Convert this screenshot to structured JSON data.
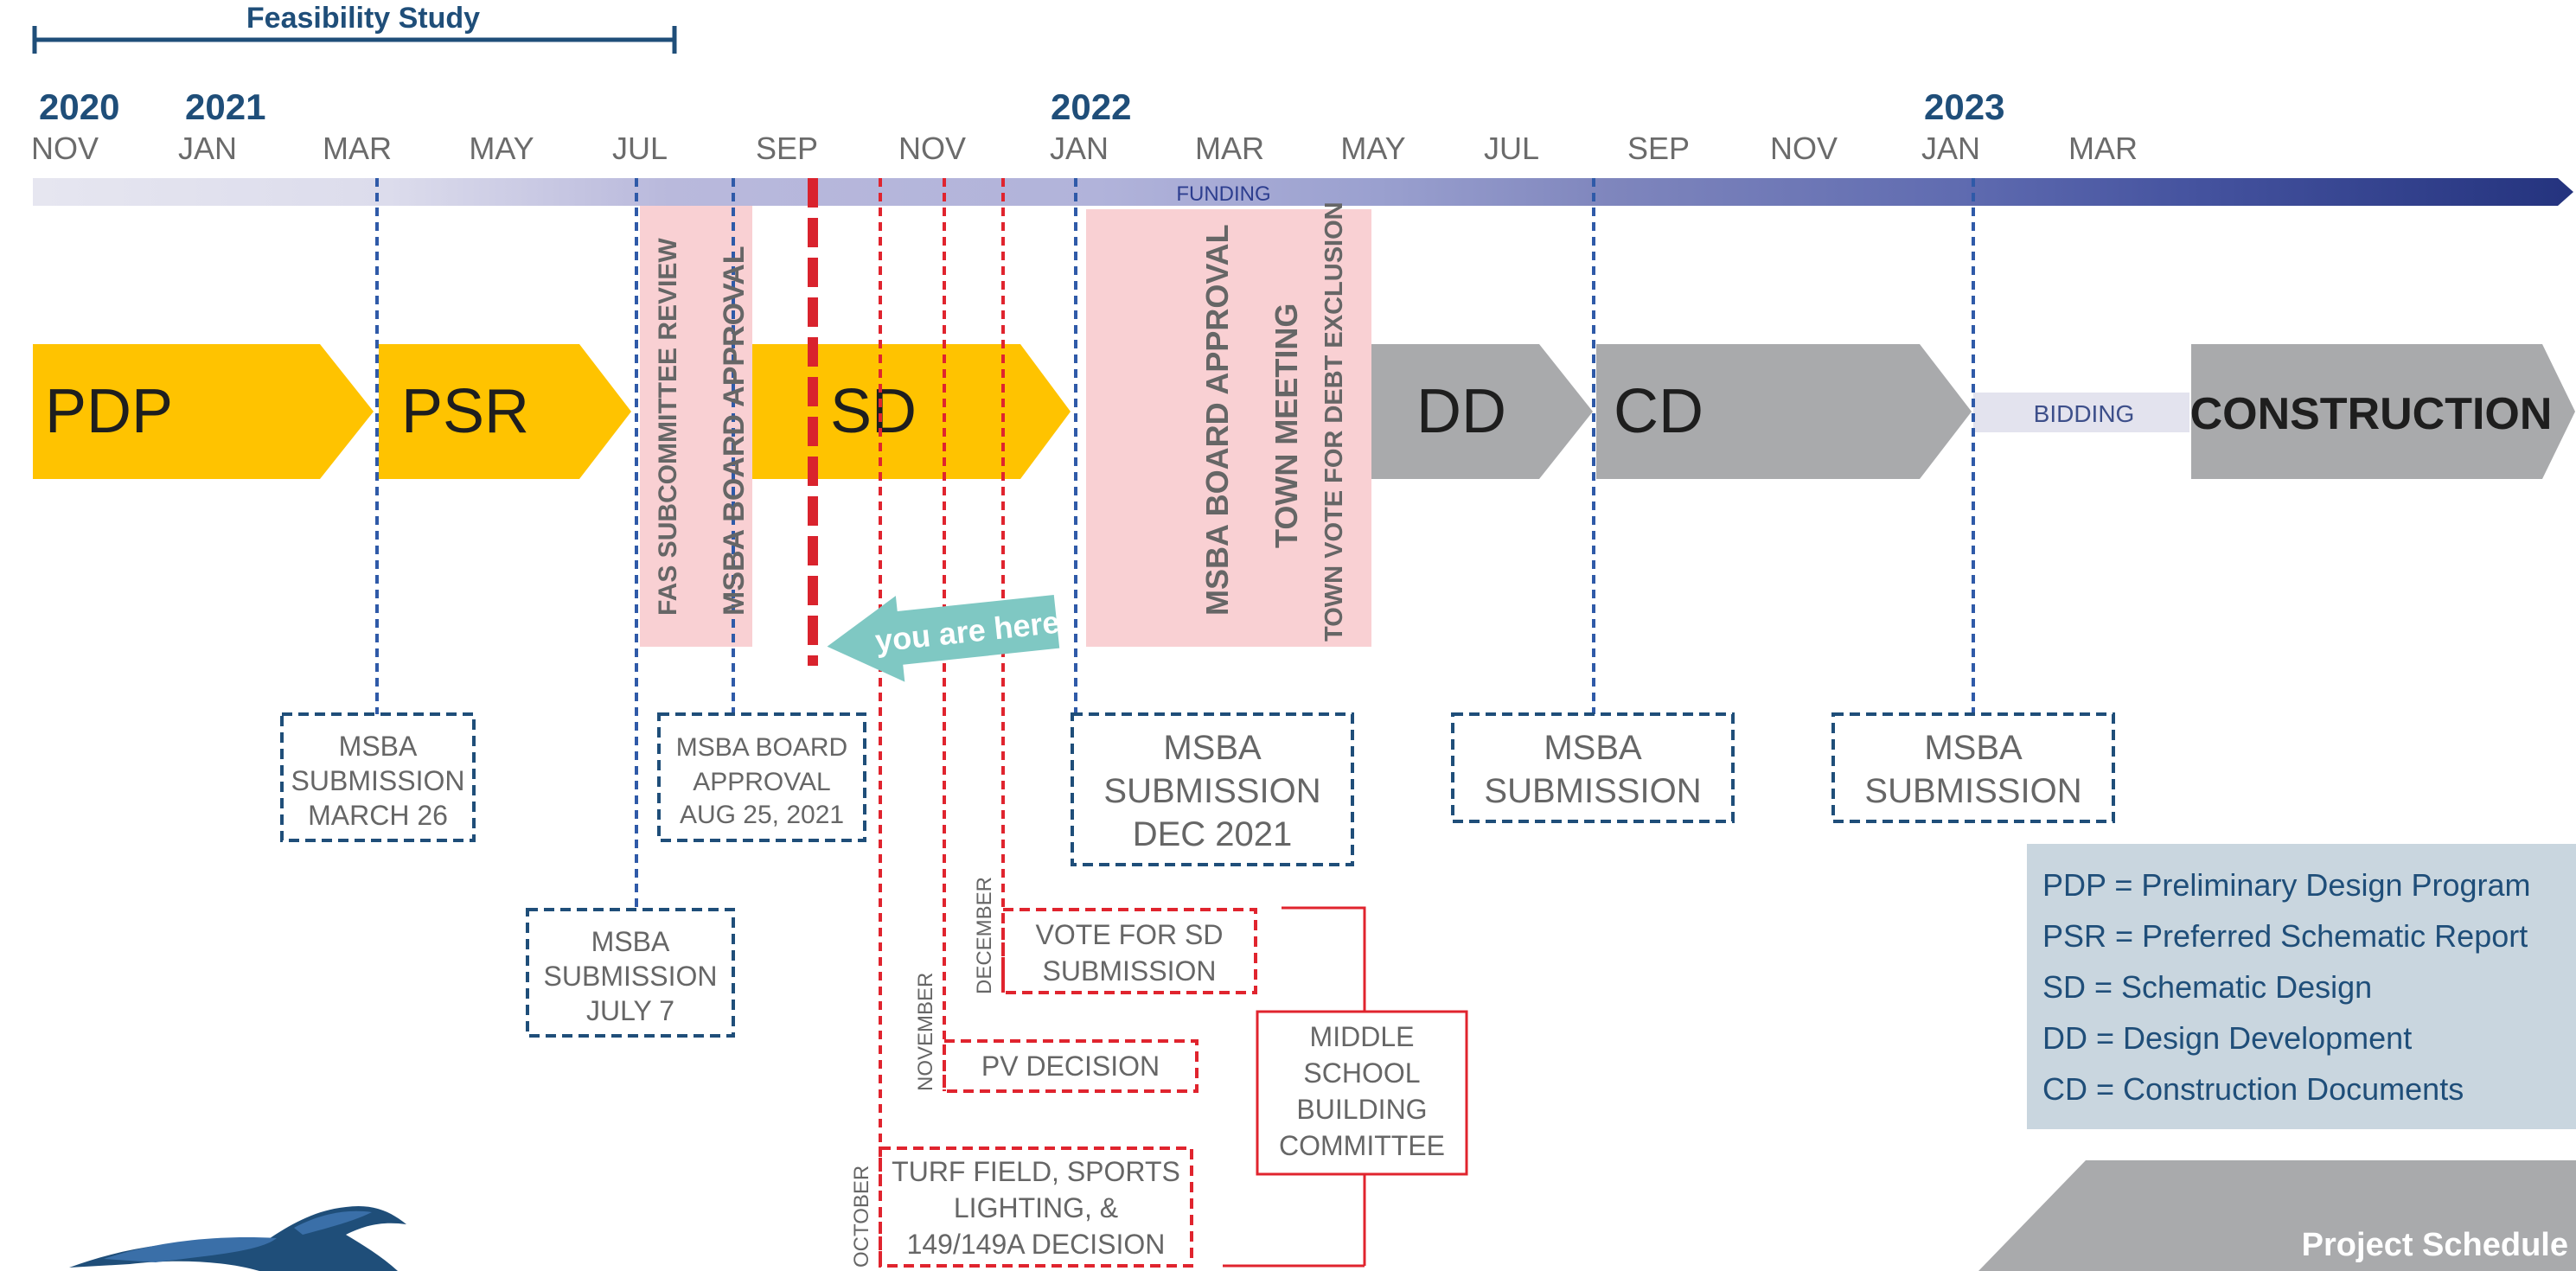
{
  "feasibility": {
    "label": "Feasibility Study"
  },
  "years": [
    "2020",
    "2021",
    "2022",
    "2023"
  ],
  "months": [
    "NOV",
    "JAN",
    "MAR",
    "MAY",
    "JUL",
    "SEP",
    "NOV",
    "JAN",
    "MAR",
    "MAY",
    "JUL",
    "SEP",
    "NOV",
    "JAN",
    "MAR"
  ],
  "funding_label": "FUNDING",
  "phases": [
    "PDP",
    "PSR",
    "SD",
    "DD",
    "CD",
    "CONSTRUCTION"
  ],
  "bidding_label": "BIDDING",
  "vertical_labels": {
    "fas_review": "FAS SUBCOMMITTEE REVIEW",
    "msba_board_approval_1": "MSBA BOARD APPROVAL",
    "msba_board_approval_2": "MSBA BOARD APPROVAL",
    "town_meeting": "TOWN MEETING",
    "town_vote": "TOWN VOTE FOR DEBT EXCLUSION"
  },
  "you_are_here": "you are here",
  "milestones": {
    "march26": [
      "MSBA",
      "SUBMISSION",
      "MARCH 26"
    ],
    "aug25": [
      "MSBA BOARD",
      "APPROVAL",
      "AUG 25, 2021"
    ],
    "july7": [
      "MSBA",
      "SUBMISSION",
      "JULY 7"
    ],
    "dec2021": [
      "MSBA",
      "SUBMISSION",
      "DEC 2021"
    ],
    "sep2022": [
      "MSBA",
      "SUBMISSION"
    ],
    "jan2023": [
      "MSBA",
      "SUBMISSION"
    ]
  },
  "committee_items": {
    "vote_sd": [
      "VOTE FOR SD",
      "SUBMISSION"
    ],
    "pv": [
      "PV DECISION"
    ],
    "turf": [
      "TURF FIELD, SPORTS",
      "LIGHTING, &",
      "149/149A DECISION"
    ],
    "month_december": "DECEMBER",
    "month_november": "NOVEMBER",
    "month_october": "OCTOBER"
  },
  "committee": [
    "MIDDLE",
    "SCHOOL",
    "BUILDING",
    "COMMITTEE"
  ],
  "legend": [
    "PDP = Preliminary Design Program",
    "PSR = Preferred Schematic Report",
    "SD = Schematic Design",
    "DD = Design Development",
    "CD = Construction Documents"
  ],
  "footer_title": "Project Schedule",
  "colors": {
    "navy": "#1f4e79",
    "yellow": "#ffc300",
    "gray_phase": "#a9aaac",
    "red": "#d9232d",
    "pink": "#f9d0d3",
    "teal": "#7fc8c3",
    "legend_bg": "#c9d6df"
  }
}
